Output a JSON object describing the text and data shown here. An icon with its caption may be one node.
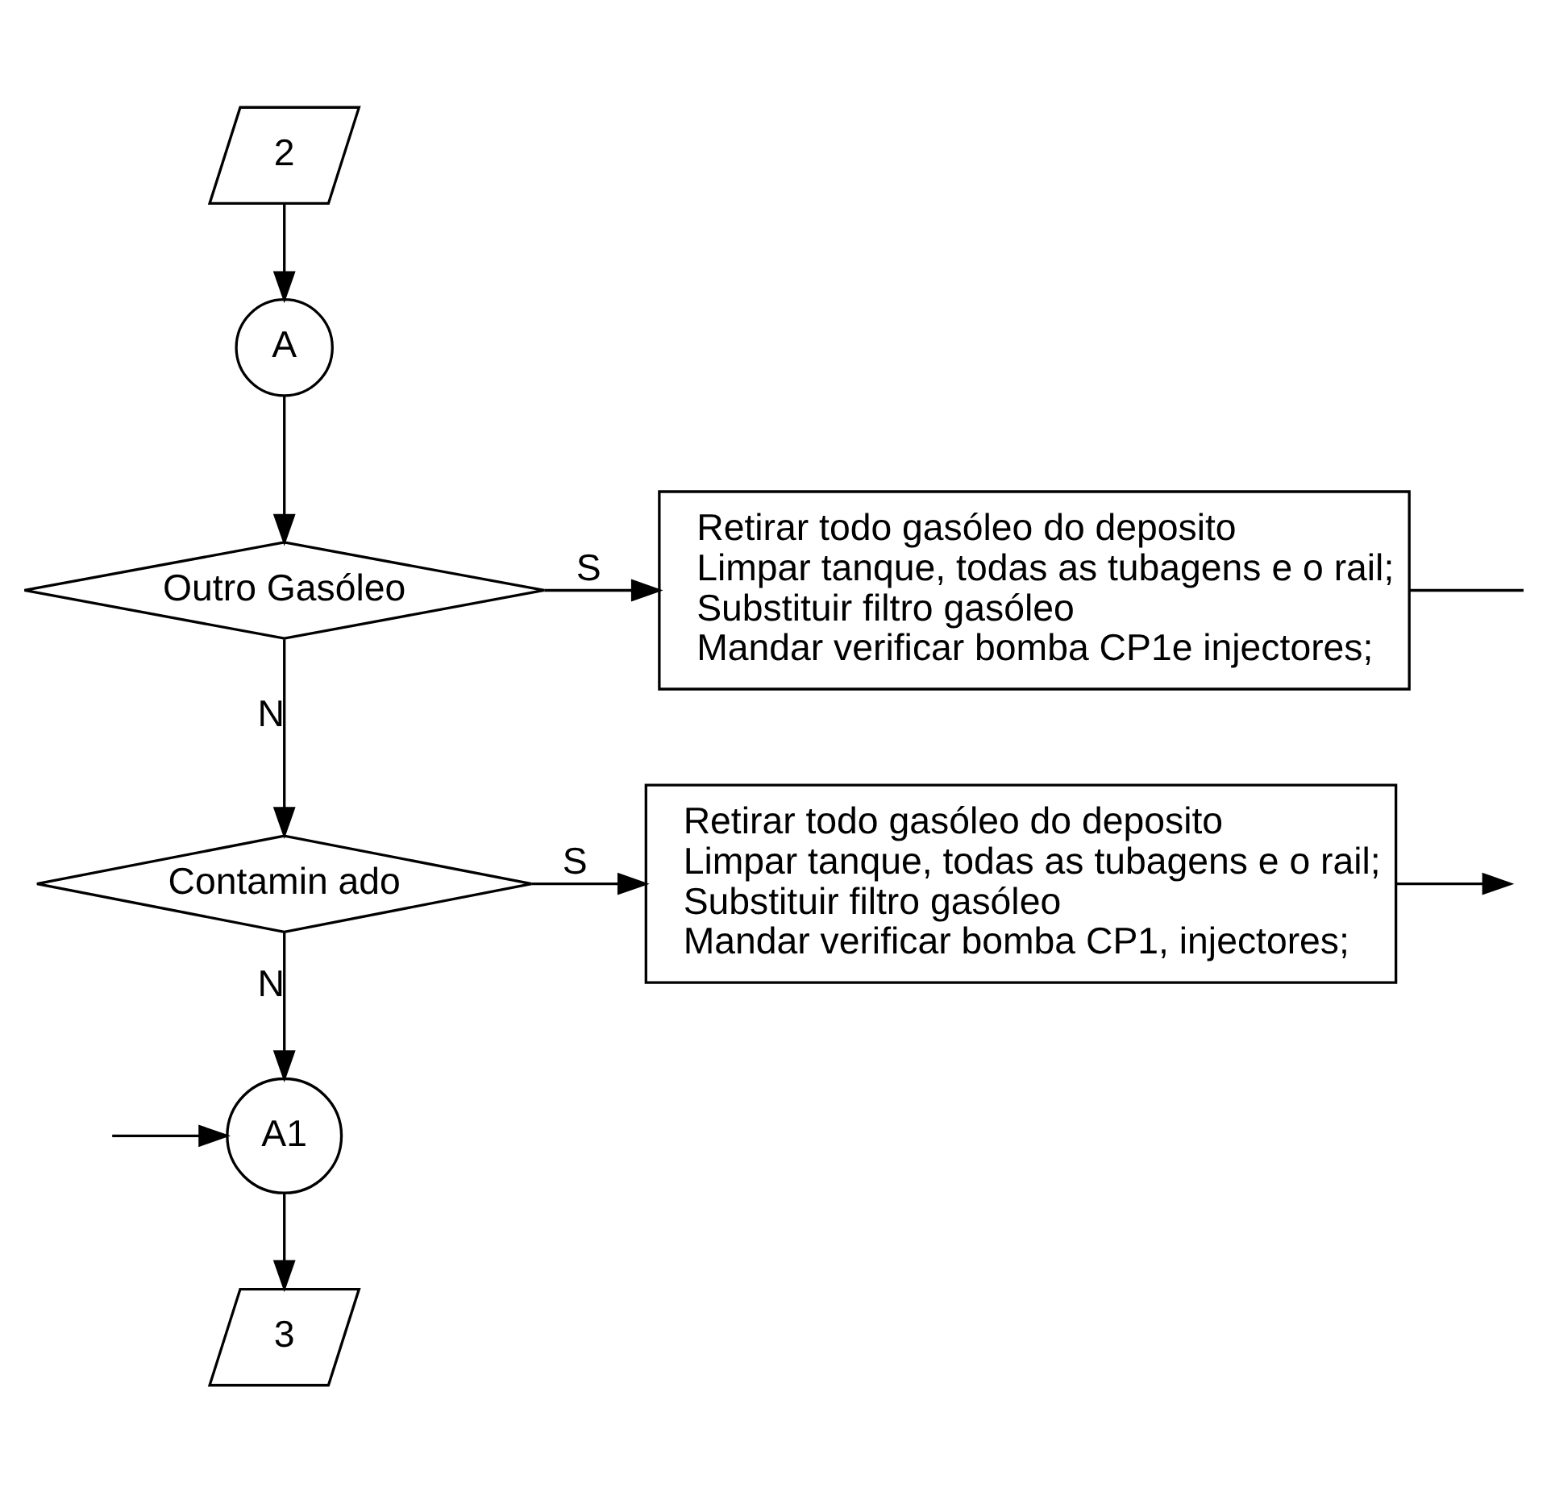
{
  "diagram": {
    "nodes": [
      {
        "text": [
          "2"
        ]
      },
      {
        "text": [
          "A"
        ]
      },
      {
        "text": [
          "Outro Gasóleo"
        ]
      },
      {
        "text": [
          "Retirar todo gasóleo do deposito",
          "Limpar tanque, todas as tubagens e o rail;",
          "Substituir filtro gasóleo",
          "Mandar verificar bomba CP1e injectores;"
        ]
      },
      {
        "text": [
          "Contamin ado"
        ]
      },
      {
        "text": [
          "Retirar todo gasóleo do deposito",
          "Limpar tanque, todas as tubagens e o rail;",
          "Substituir filtro gasóleo",
          "Mandar verificar bomba CP1, injectores;"
        ]
      },
      {
        "text": [
          "A1"
        ]
      },
      {
        "text": [
          "3"
        ]
      }
    ],
    "edges": [
      {
        "from": 0,
        "to": 1,
        "arrow": "to"
      },
      {
        "from": 1,
        "to": 2,
        "arrow": "to"
      },
      {
        "from": 2,
        "to": 3,
        "arrow": "to",
        "label": "S"
      },
      {
        "from": 2,
        "to": 4,
        "arrow": "to",
        "label": "N"
      },
      {
        "from": 4,
        "to": 5,
        "arrow": "to",
        "label": "S"
      },
      {
        "from": 3,
        "to": null,
        "arrow": "none"
      },
      {
        "from": 5,
        "to": null,
        "arrow": "to"
      },
      {
        "from": 4,
        "to": 6,
        "arrow": "to",
        "label": "N"
      },
      {
        "from": null,
        "to": 6,
        "arrow": "to"
      },
      {
        "from": 6,
        "to": 7,
        "arrow": "to"
      }
    ]
  }
}
